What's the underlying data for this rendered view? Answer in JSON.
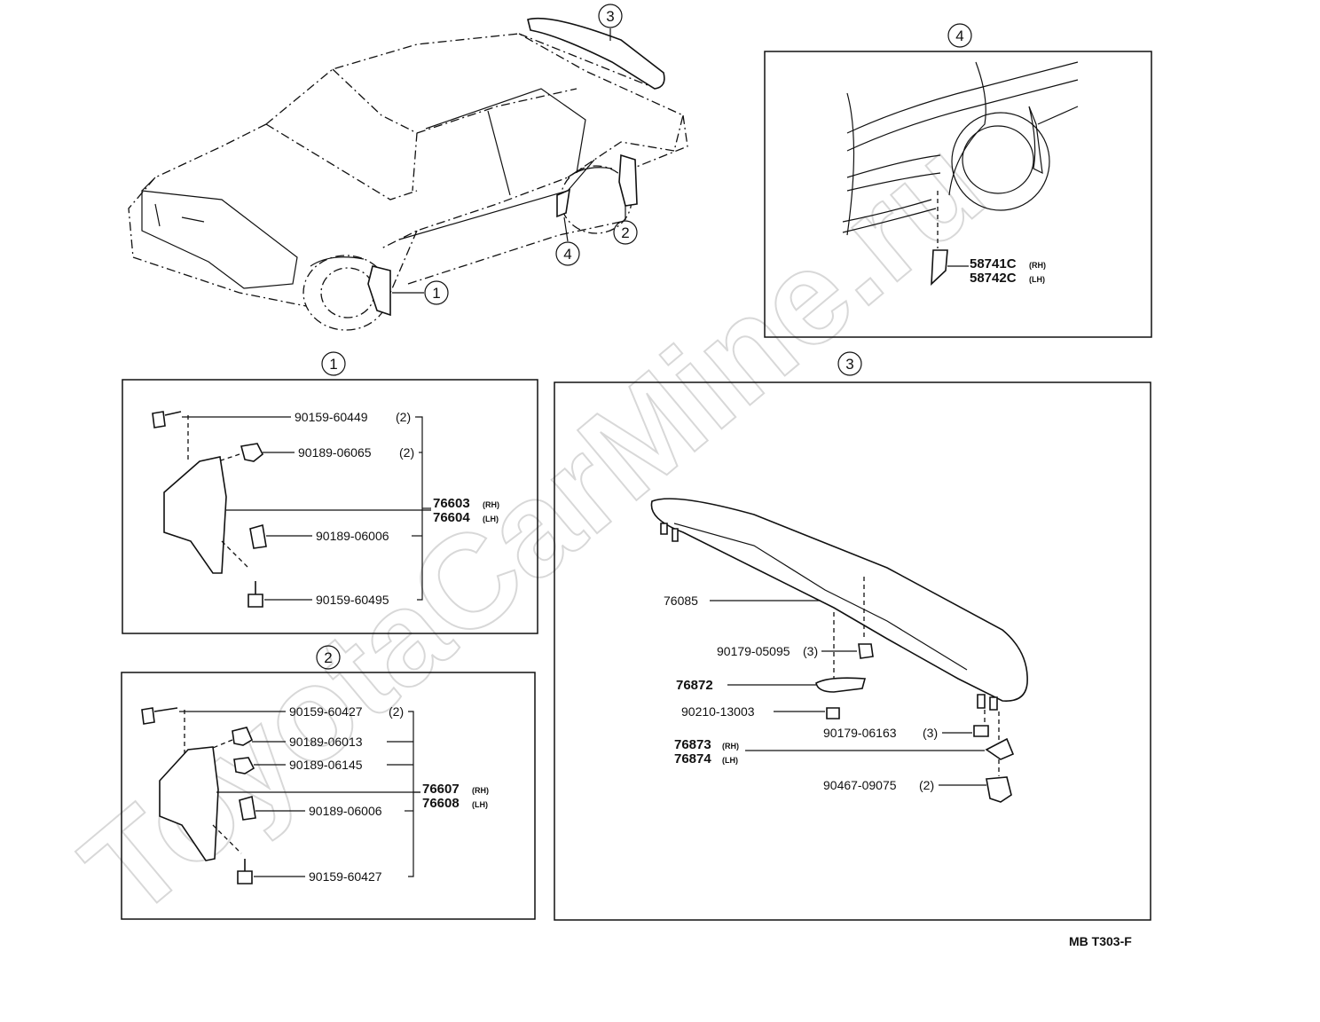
{
  "watermark": "ToyotaCarMine.ru",
  "diagram_code": "MB T303-F",
  "callouts": {
    "c1": "1",
    "c2": "2",
    "c3": "3",
    "c4": "4"
  },
  "panel1": {
    "number": "1",
    "labels": {
      "bolt_top": "90159-60449",
      "bolt_top_qty": "(2)",
      "clip_a": "90189-06065",
      "clip_a_qty": "(2)",
      "flap_rh": "76603",
      "flap_rh_side": "(RH)",
      "flap_lh": "76604",
      "flap_lh_side": "(LH)",
      "clip_b": "90189-06006",
      "screw_bottom": "90159-60495"
    }
  },
  "panel2": {
    "number": "2",
    "labels": {
      "bolt_top": "90159-60427",
      "bolt_top_qty": "(2)",
      "clip_a": "90189-06013",
      "clip_b": "90189-06145",
      "flap_rh": "76607",
      "flap_rh_side": "(RH)",
      "flap_lh": "76608",
      "flap_lh_side": "(LH)",
      "clip_c": "90189-06006",
      "screw_bottom": "90159-60427"
    }
  },
  "panel3": {
    "number": "3",
    "labels": {
      "spoiler": "76085",
      "nut_a": "90179-05095",
      "nut_a_qty": "(3)",
      "bracket": "76872",
      "washer": "90210-13003",
      "nut_b": "90179-06163",
      "nut_b_qty": "(3)",
      "pad_rh": "76873",
      "pad_rh_side": "(RH)",
      "pad_lh": "76874",
      "pad_lh_side": "(LH)",
      "clip": "90467-09075",
      "clip_qty": "(2)"
    }
  },
  "panel4": {
    "number": "4",
    "labels": {
      "guard_rh": "58741C",
      "guard_rh_side": "(RH)",
      "guard_lh": "58742C",
      "guard_lh_side": "(LH)"
    }
  }
}
